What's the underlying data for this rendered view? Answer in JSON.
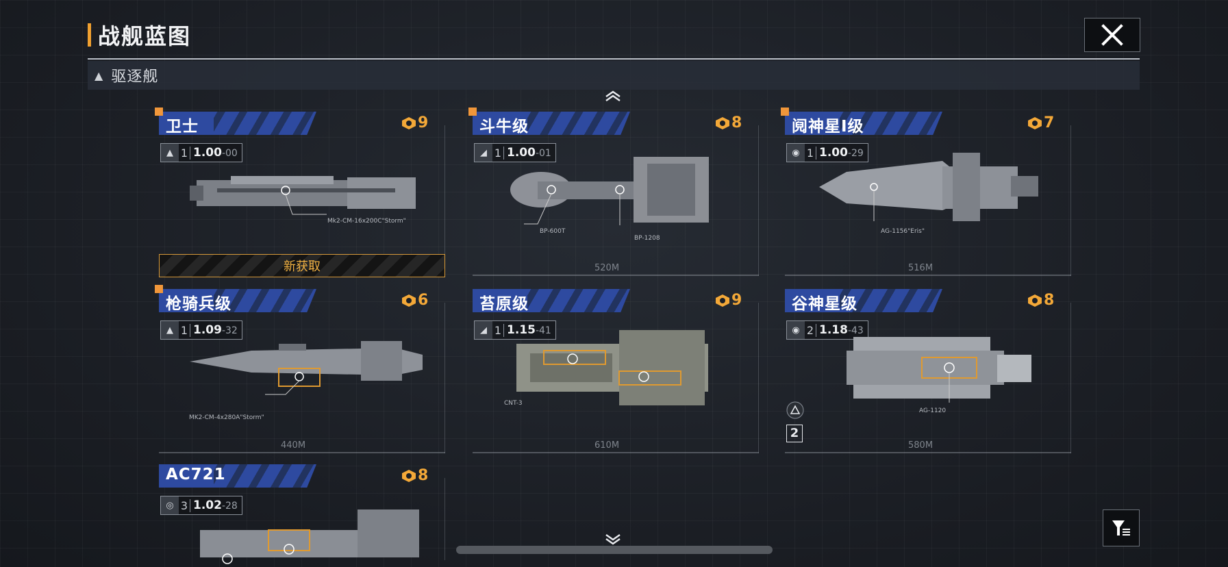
{
  "header": {
    "title": "战舰蓝图"
  },
  "category": {
    "label": "驱逐舰"
  },
  "new_label": "新获取",
  "ships": [
    {
      "name": "卫士",
      "rank": "9",
      "level": "1",
      "value": "1.00",
      "sub": "-00",
      "length": "",
      "weapon": "Mk2-CM-16x200C\"Storm\"",
      "isNew": true
    },
    {
      "name": "斗牛级",
      "rank": "8",
      "level": "1",
      "value": "1.00",
      "sub": "-01",
      "length": "520M",
      "weapon": "BP-600T",
      "weapon2": "BP-1208",
      "isNew": false
    },
    {
      "name": "阋神星I级",
      "rank": "7",
      "level": "1",
      "value": "1.00",
      "sub": "-29",
      "length": "516M",
      "weapon": "AG-1156\"Eris\"",
      "isNew": false
    },
    {
      "name": "枪骑兵级",
      "rank": "6",
      "level": "1",
      "value": "1.09",
      "sub": "-32",
      "length": "440M",
      "weapon": "MK2-CM-4x280A\"Storm\"",
      "isNew": false
    },
    {
      "name": "苔原级",
      "rank": "9",
      "level": "1",
      "value": "1.15",
      "sub": "-41",
      "length": "610M",
      "weapon": "CNT-3",
      "isNew": false
    },
    {
      "name": "谷神星级",
      "rank": "8",
      "level": "2",
      "value": "1.18",
      "sub": "-43",
      "length": "580M",
      "weapon": "AG-1120",
      "extra": "2",
      "isNew": false
    },
    {
      "name": "AC721",
      "rank": "8",
      "level": "3",
      "value": "1.02",
      "sub": "-28",
      "length": "",
      "weapon": "",
      "isNew": false
    }
  ],
  "colors": {
    "accent": "#f0a030",
    "name_bar": "#2e4aa0",
    "rank": "#f3a838"
  }
}
